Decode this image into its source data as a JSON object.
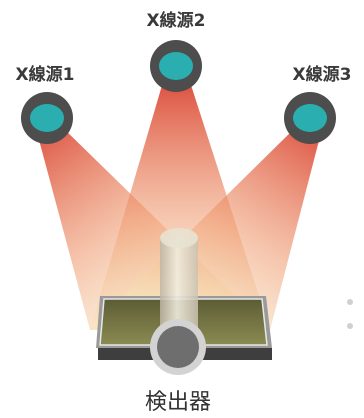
{
  "sources": [
    {
      "label": "X線源1",
      "ring_color": "#4d4d4d",
      "core_color": "#2aaeb0"
    },
    {
      "label": "X線源2",
      "ring_color": "#4d4d4d",
      "core_color": "#2aaeb0"
    },
    {
      "label": "X線源3",
      "ring_color": "#4d4d4d",
      "core_color": "#2aaeb0"
    }
  ],
  "detector": {
    "label": "検出器",
    "panel_color": "#6b6b3d",
    "frame_color": "#4a4a4a"
  },
  "colors": {
    "beam_near": "#d9412e",
    "beam_far": "#f6e6b5",
    "column": "#e4dcc8",
    "dots": "#d0d0d0"
  }
}
